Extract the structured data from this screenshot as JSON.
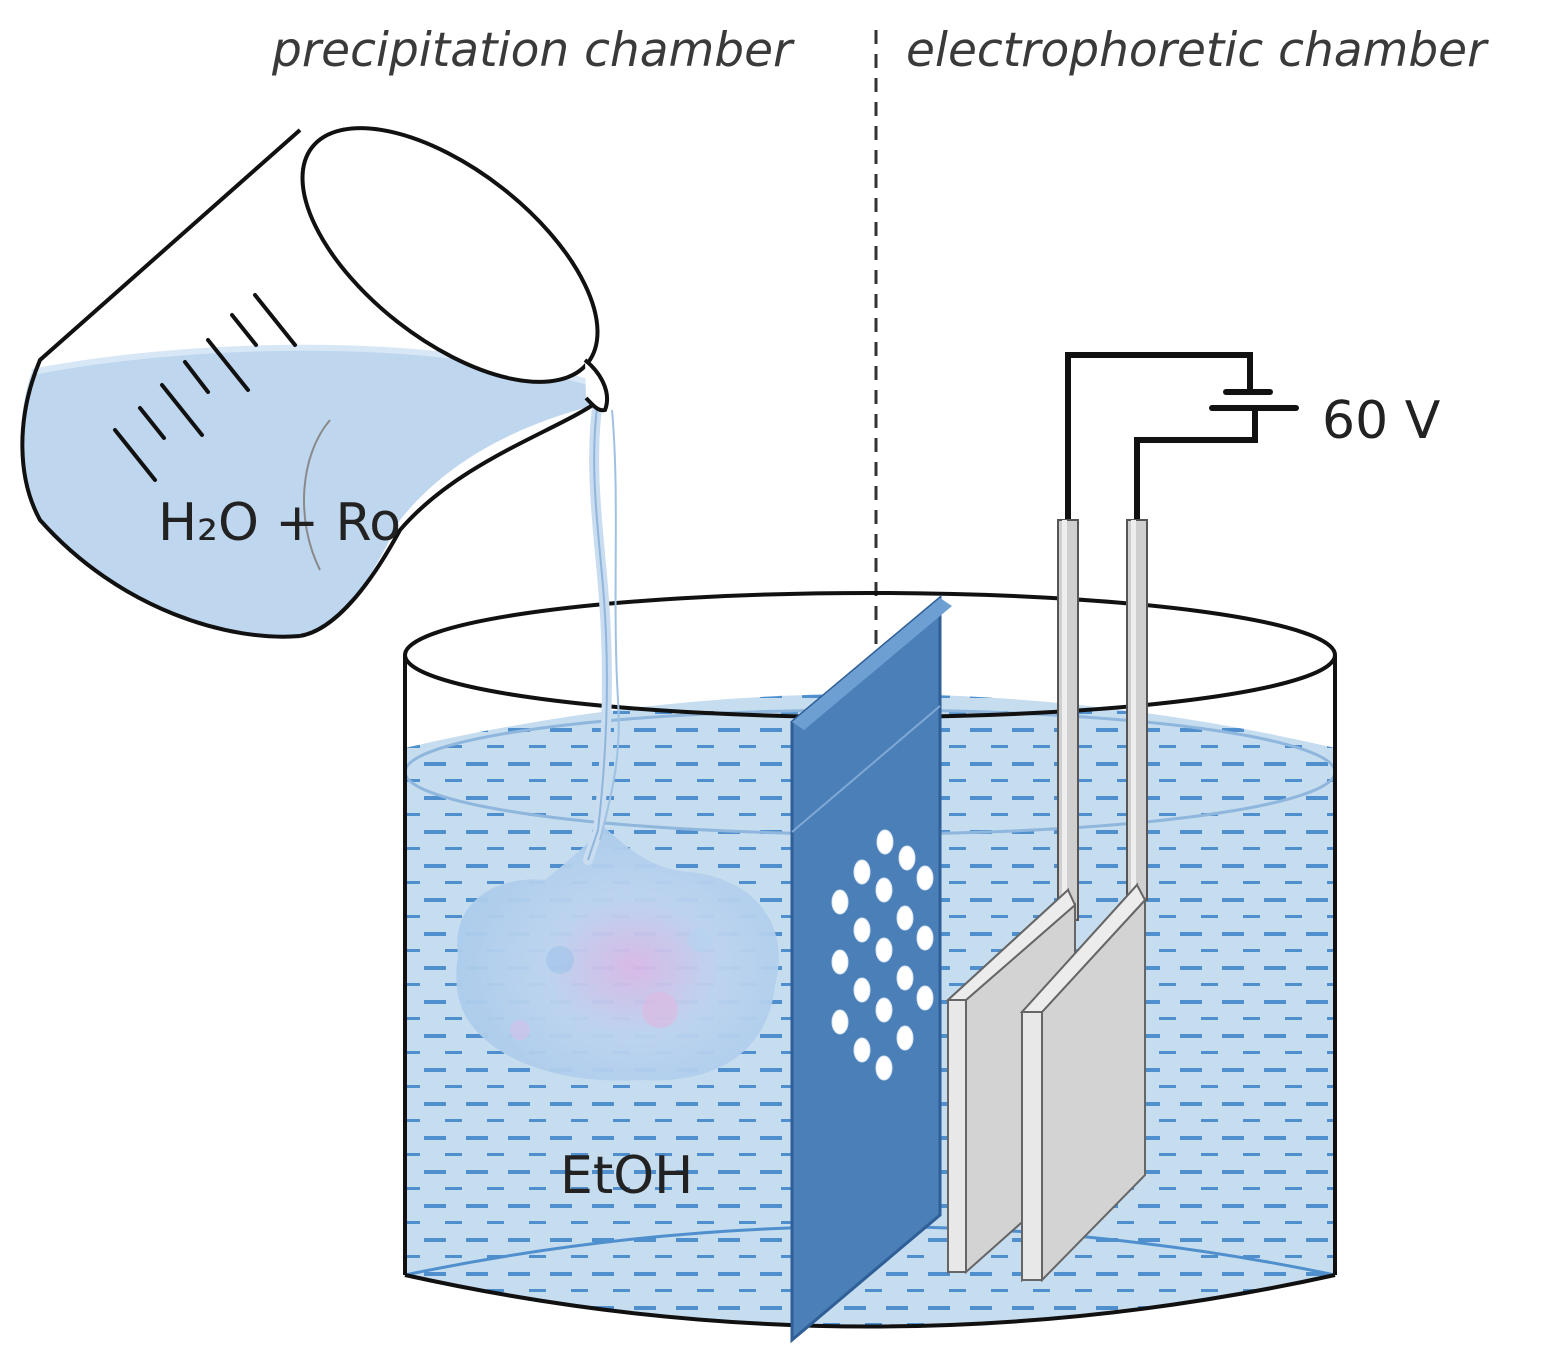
{
  "labels": {
    "precipitation_chamber": "precipitation chamber",
    "electrophoretic_chamber": "electrophoretic chamber",
    "beaker_contents": "H₂O + Ro",
    "solvent": "EtOH",
    "voltage": "60 V"
  },
  "colors": {
    "liquid": "#c6dcef",
    "liquid_dash": "#4f8fcd",
    "membrane": "#4a7fb8",
    "membrane_edge": "#2f5f96",
    "electrode": "#d3d3d3",
    "outline": "#111111"
  },
  "icons": {
    "beaker": "pouring-beaker-icon",
    "battery": "battery-symbol-icon",
    "precipitate": "precipitate-cloud-icon"
  }
}
